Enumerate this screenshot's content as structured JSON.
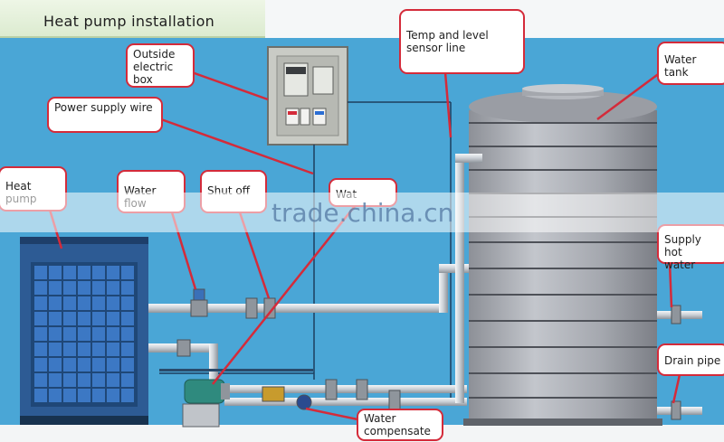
{
  "title": "Heat pump installation",
  "watermark": "trade.china.cn",
  "labels": {
    "outside_electric_box": "Outside\nelectric\nbox",
    "power_supply_wire": "Power supply wire",
    "heat_pump": "Heat pump",
    "water_flow": "Water flow",
    "shut_off": "Shut off",
    "water_pump": "Wat",
    "temp_sensor": "Temp and level\nsensor line",
    "water_tank": "Water tank",
    "supply_hot_water": "Supply hot\nwater",
    "drain_pipe": "Drain pipe",
    "water_compensate": "Water\ncompensate"
  },
  "colors": {
    "background": "#4aa6d6",
    "callout_border": "#d42b3a",
    "tank": "#a3a6ad",
    "pipe": "#d8dde3",
    "heat_pump_body": "#2d5b94",
    "panel": "#3c78c4"
  }
}
